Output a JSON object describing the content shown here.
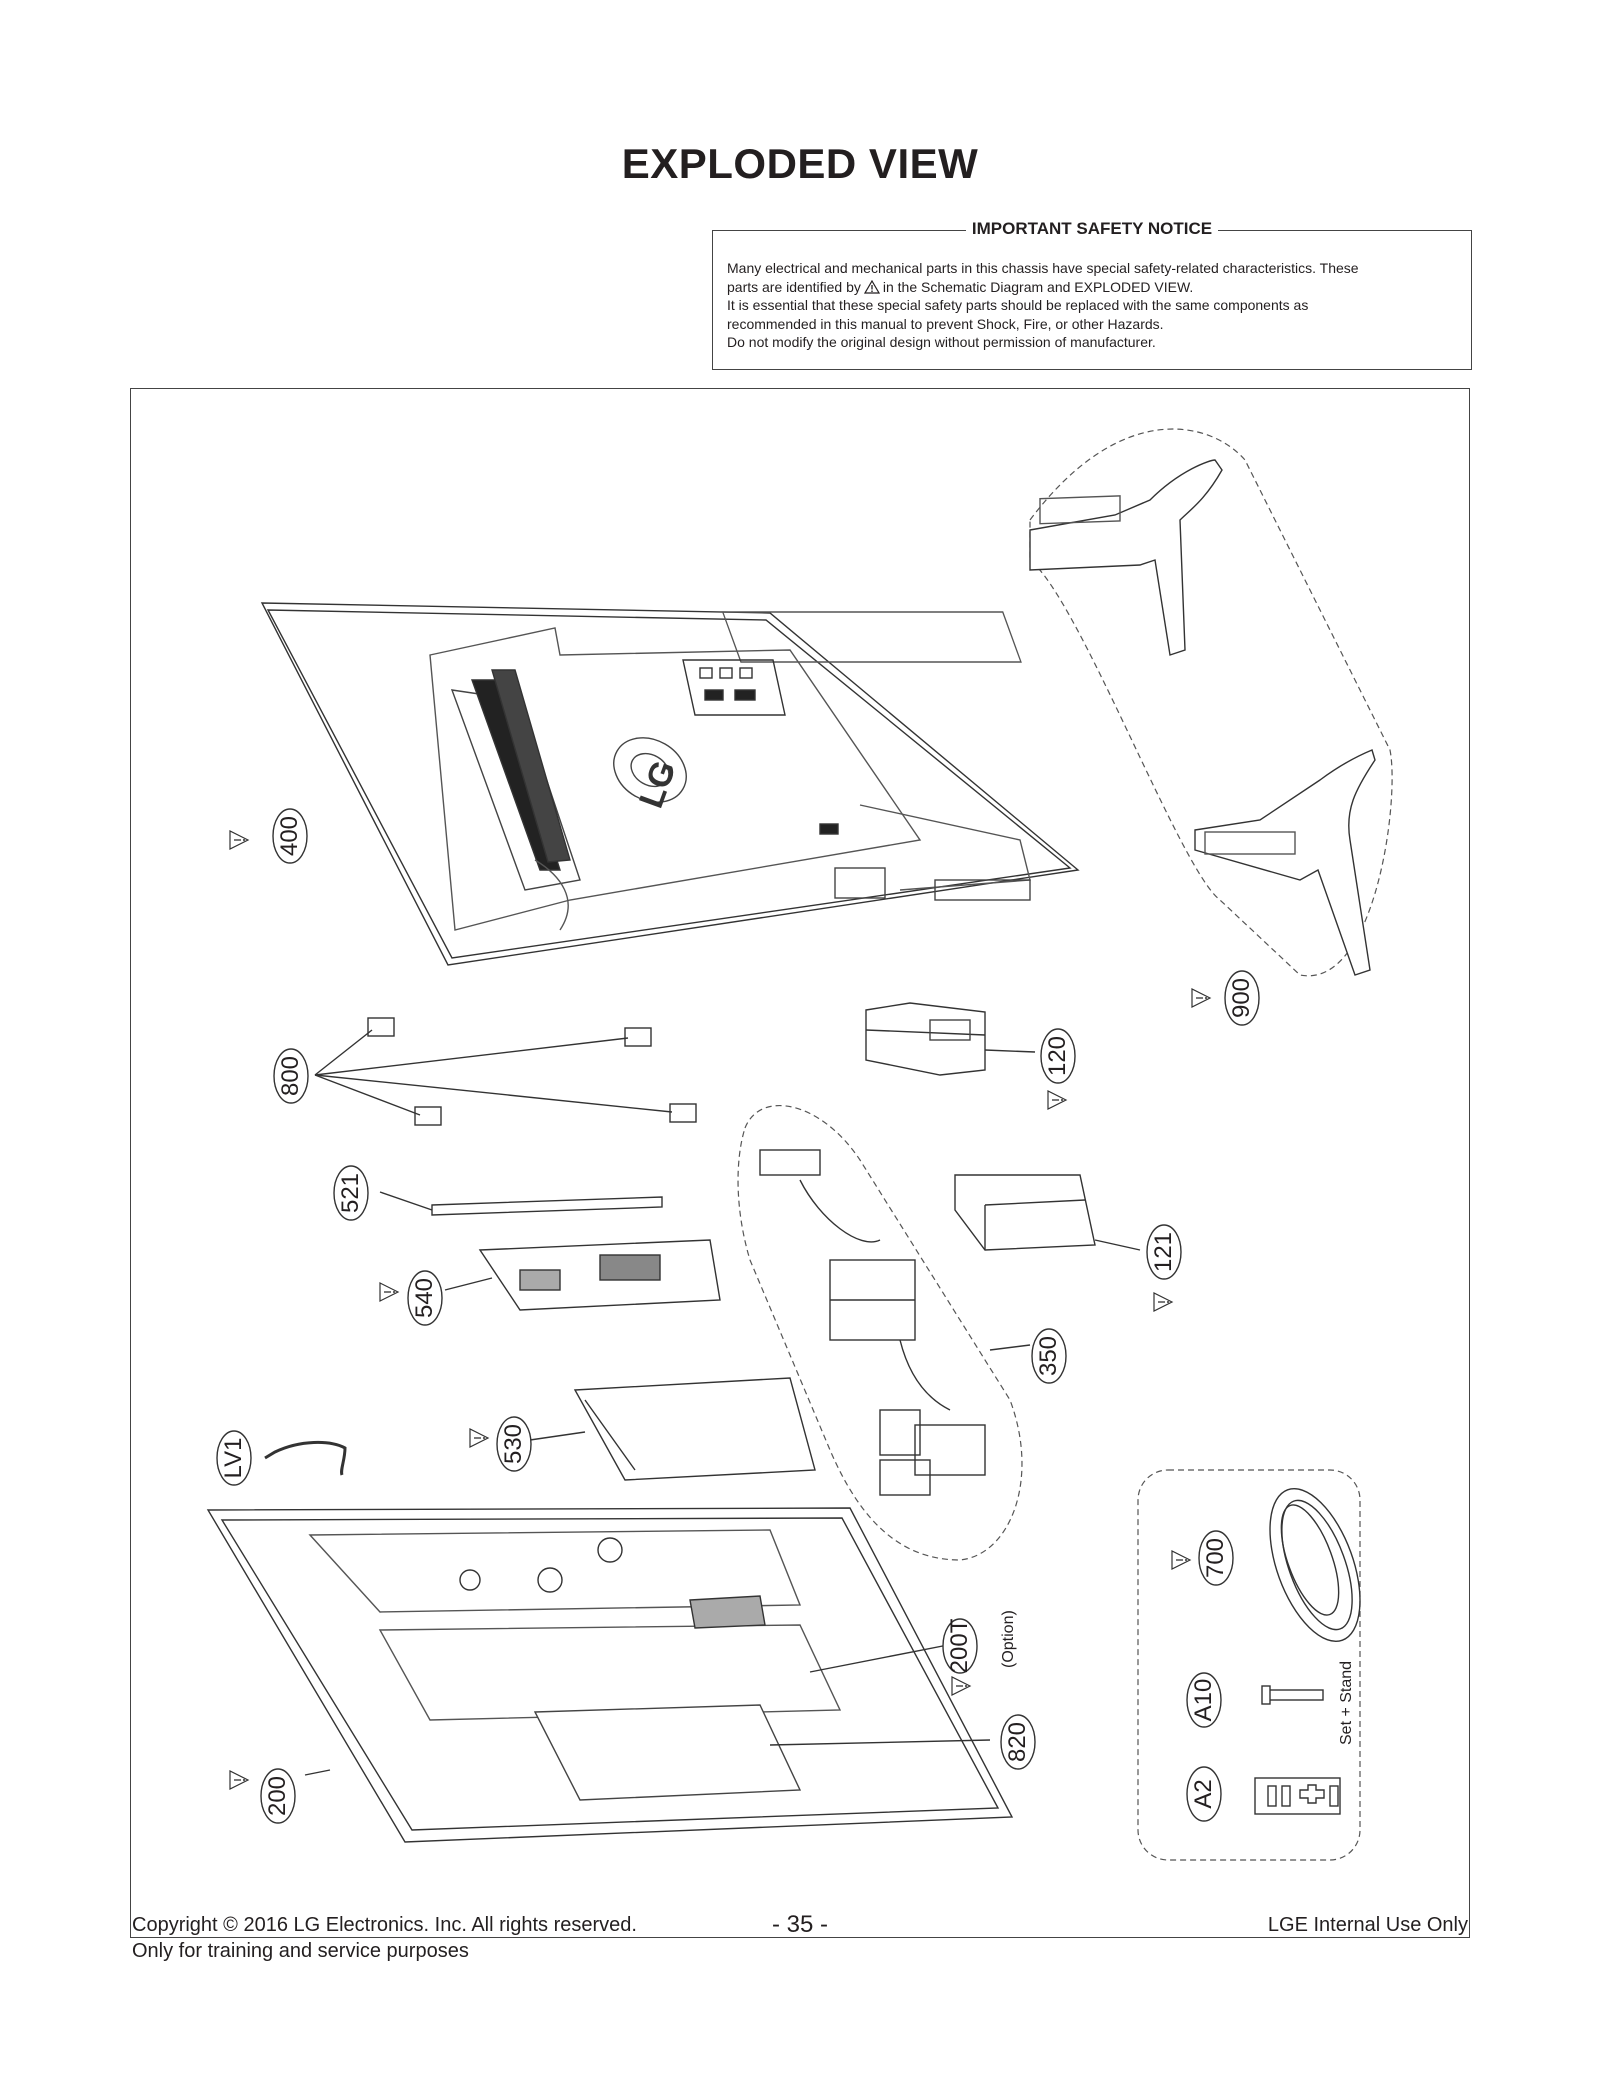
{
  "title": "EXPLODED VIEW",
  "notice": {
    "heading": "IMPORTANT SAFETY NOTICE",
    "line1": "Many electrical and mechanical parts in this chassis have special safety-related characteristics. These",
    "line2a": "parts are identified by",
    "line2b": "in the Schematic Diagram and EXPLODED VIEW.",
    "line3": "It is essential that these special safety parts should be replaced with the same components as",
    "line4": "recommended in this manual to prevent Shock, Fire, or other Hazards.",
    "line5": "Do not modify the original design without permission of manufacturer."
  },
  "parts": {
    "p400": "400",
    "p900": "900",
    "p800": "800",
    "p120": "120",
    "p521": "521",
    "p121": "121",
    "p540": "540",
    "p350": "350",
    "p530": "530",
    "pLV1": "LV1",
    "p700": "700",
    "p200T": "200T",
    "p200T_note": "(Option)",
    "pA10": "A10",
    "p820": "820",
    "p200": "200",
    "pA2": "A2",
    "set_stand": "Set + Stand"
  },
  "back_logo": "LG",
  "footer": {
    "copyright": "Copyright  © 2016 LG Electronics. Inc. All rights reserved.",
    "training": "Only for training and service purposes",
    "page": "- 35 -",
    "internal": "LGE Internal Use Only"
  }
}
